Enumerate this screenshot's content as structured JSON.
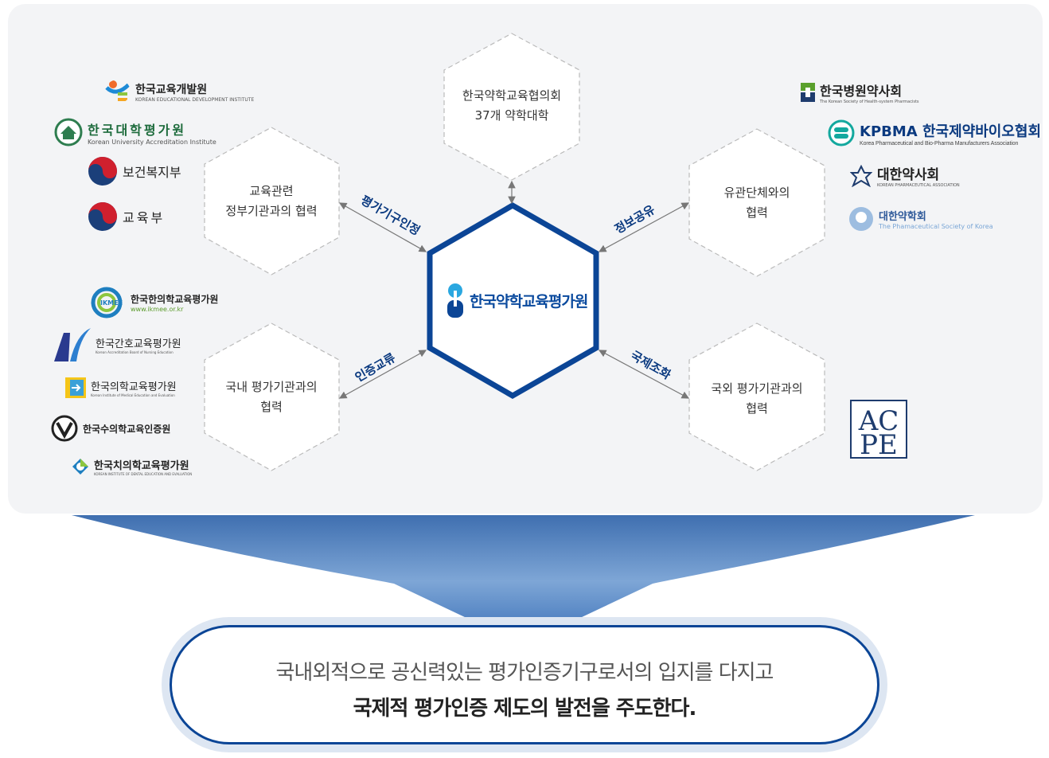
{
  "center": {
    "name": "한국약학교육평가원"
  },
  "hexes": {
    "top": [
      "한국약학교육협의회",
      "37개 약학대학"
    ],
    "top_left": [
      "교육관련",
      "정부기관과의 협력"
    ],
    "top_right": [
      "유관단체와의",
      "협력"
    ],
    "bottom_left": [
      "국내 평가기관과의",
      "협력"
    ],
    "bottom_right": [
      "국외 평가기관과의",
      "협력"
    ]
  },
  "arrow_labels": {
    "top_left": "평가기구인정",
    "top_right": "정보공유",
    "bottom_left": "인증교류",
    "bottom_right": "국제조화"
  },
  "logos_left_top": [
    {
      "name": "한국교육개발원",
      "sub": "KOREAN EDUCATIONAL DEVELOPMENT INSTITUTE"
    },
    {
      "name": "한국대학평가원",
      "sub": "Korean University Accreditation Institute"
    },
    {
      "name": "보건복지부",
      "sub": ""
    },
    {
      "name": "교육부",
      "sub": ""
    }
  ],
  "logos_left_bottom": [
    {
      "name": "한국한의학교육평가원",
      "sub": "www.ikmee.or.kr"
    },
    {
      "name": "한국간호교육평가원",
      "sub": "Korean Accreditation Board of Nursing Education"
    },
    {
      "name": "한국의학교육평가원",
      "sub": "Korean Institute of Medical Education and Evaluation"
    },
    {
      "name": "한국수의학교육인증원",
      "sub": ""
    },
    {
      "name": "한국치의학교육평가원",
      "sub": "KOREAN INSTITUTE OF DENTAL EDUCATION AND EVALUATION"
    }
  ],
  "logos_right": [
    {
      "name": "한국병원약사회",
      "sub": "The Korean Society of Health-system Pharmacists"
    },
    {
      "name": "KPBMA 한국제약바이오협회",
      "sub": "Korea Pharmaceutical and Bio-Pharma Manufacturers Association"
    },
    {
      "name": "대한약사회",
      "sub": "KOREAN PHARMACEUTICAL ASSOCIATION"
    },
    {
      "name": "대한약학회",
      "sub": "The Phamaceutical Society of Korea"
    }
  ],
  "acpe_logo": "ACPE",
  "conclusion": {
    "line1": "국내외적으로 공신력있는 평가인증기구로서의 입지를 다지고",
    "line2": "국제적 평가인증 제도의 발전을 주도한다."
  },
  "colors": {
    "primary": "#0b4596",
    "panel": "#f3f4f6"
  }
}
